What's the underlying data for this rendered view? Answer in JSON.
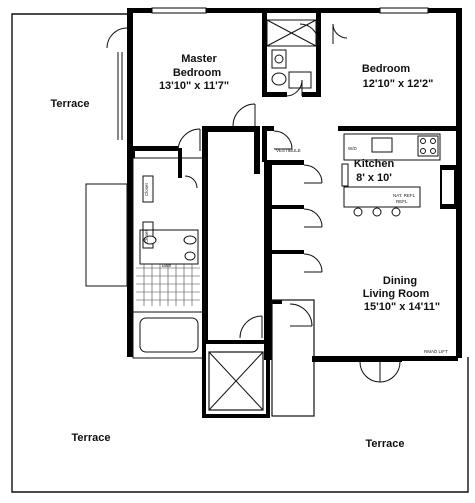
{
  "rooms": {
    "master_bedroom": {
      "name_line1": "Master",
      "name_line2": "Bedroom",
      "dims": "13'10\" x 11'7\""
    },
    "bedroom": {
      "name": "Bedroom",
      "dims": "12'10\" x 12'2\""
    },
    "kitchen": {
      "name": "Kitchen",
      "dims": "8' x 10'"
    },
    "dining_living": {
      "name_line1": "Dining",
      "name_line2": "Living Room",
      "dims": "15'10\" x 14'11\""
    },
    "terrace_left": {
      "name": "Terrace"
    },
    "terrace_bottom_left": {
      "name": "Terrace"
    },
    "terrace_bottom_right": {
      "name": "Terrace"
    }
  },
  "small_labels": {
    "vestibule": "VESTIBULE",
    "closet_a": "Closet",
    "closet_b": "Closet",
    "washer_dryer": "W/D",
    "bath_tag": "Bath",
    "fridge": "NAT. REFL",
    "fridge2": "REFL",
    "lift": "RMAD LIFT"
  },
  "colors": {
    "wall": "#000000",
    "line": "#111111",
    "background": "#ffffff"
  }
}
